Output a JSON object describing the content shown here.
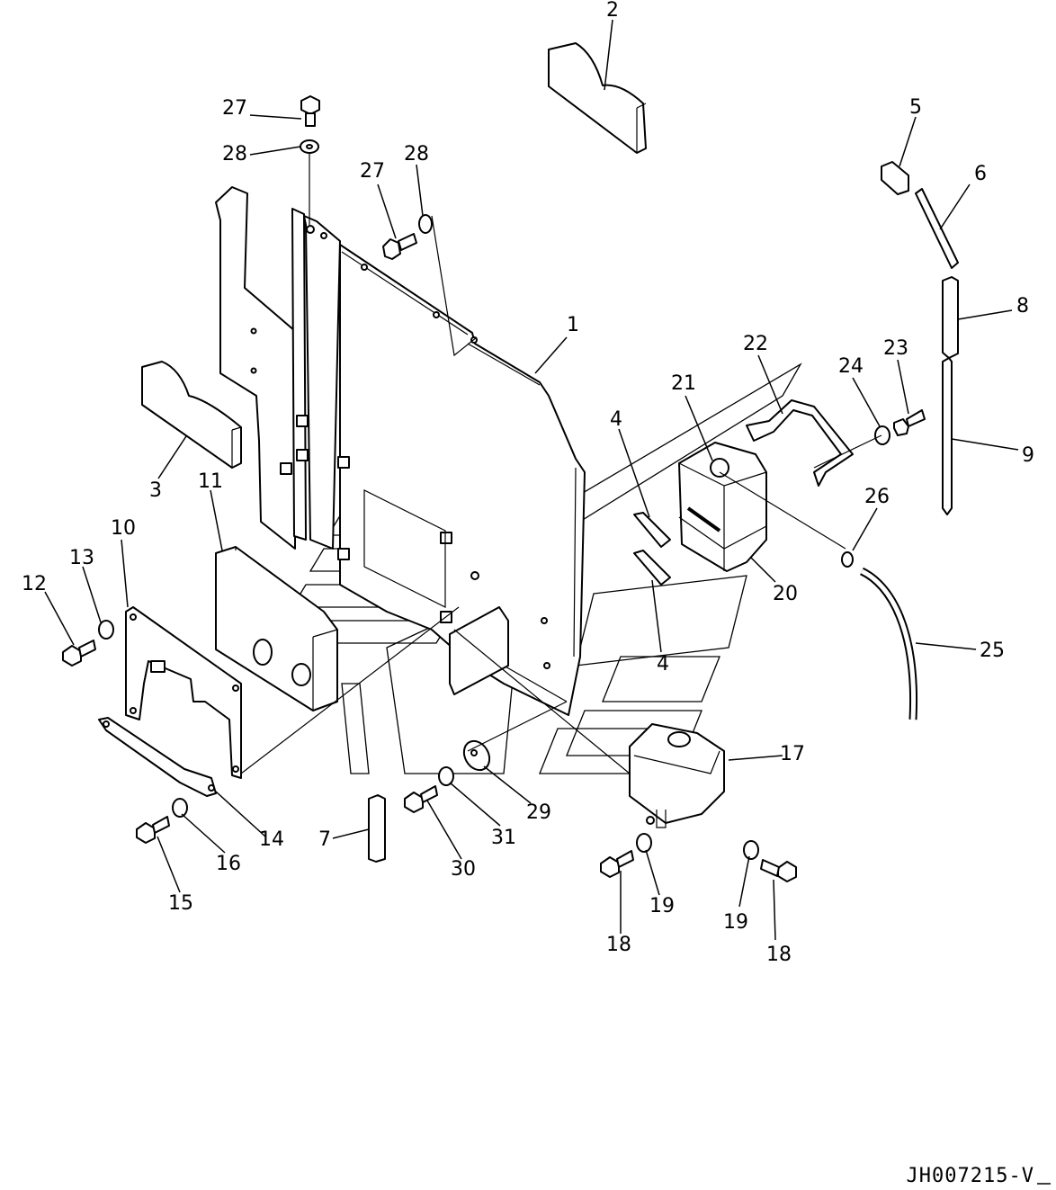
{
  "diagram": {
    "drawing_code": "JH007215-V",
    "callouts": {
      "p1": "1",
      "p2": "2",
      "p3": "3",
      "p4a": "4",
      "p4b": "4",
      "p5": "5",
      "p6": "6",
      "p7": "7",
      "p8": "8",
      "p9": "9",
      "p10": "10",
      "p11": "11",
      "p12": "12",
      "p13": "13",
      "p14": "14",
      "p15": "15",
      "p16": "16",
      "p17": "17",
      "p18a": "18",
      "p18b": "18",
      "p19a": "19",
      "p19b": "19",
      "p20": "20",
      "p21": "21",
      "p22": "22",
      "p23": "23",
      "p24": "24",
      "p25": "25",
      "p26": "26",
      "p27a": "27",
      "p27b": "27",
      "p28a": "28",
      "p28b": "28",
      "p29": "29",
      "p30": "30",
      "p31": "31"
    }
  }
}
